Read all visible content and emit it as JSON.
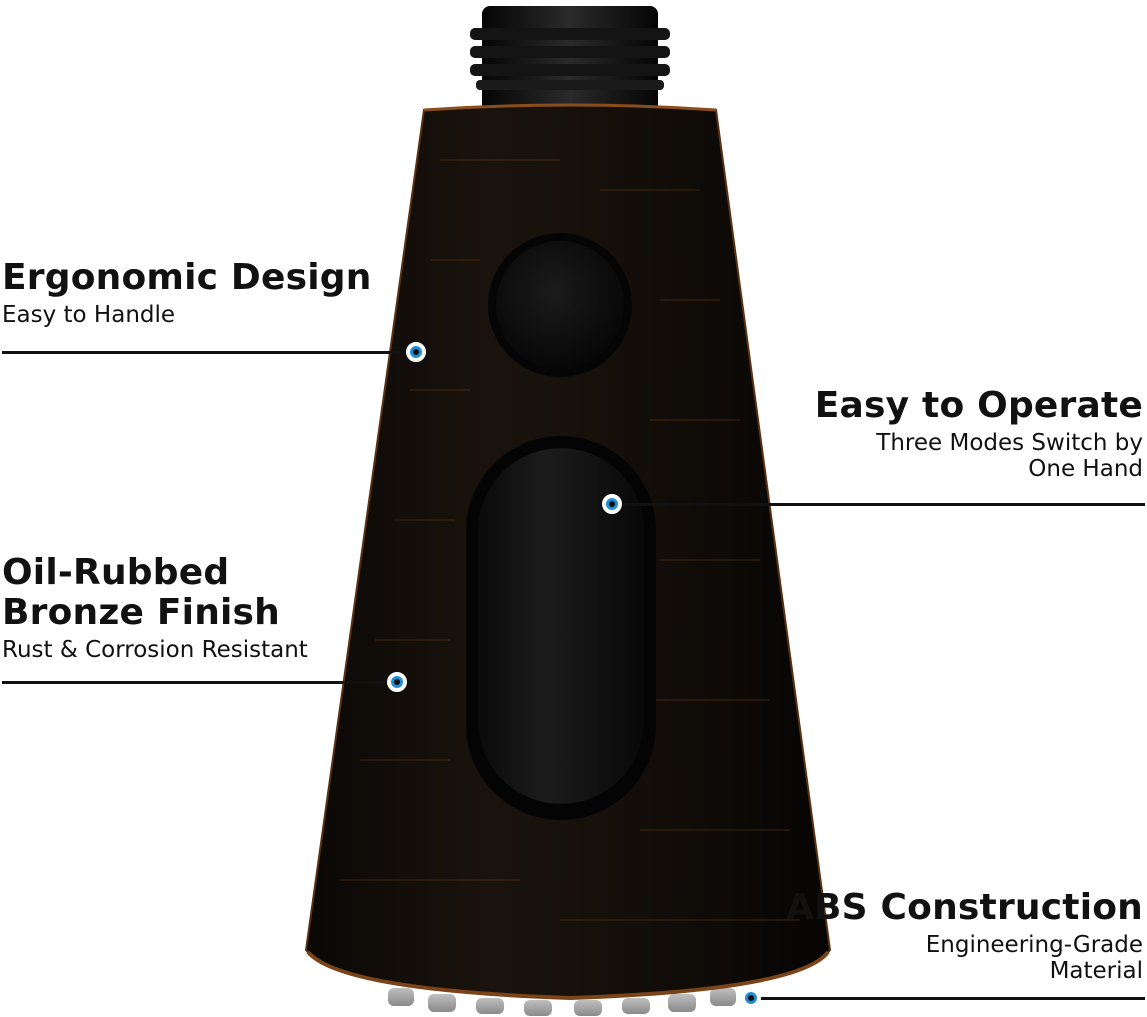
{
  "callouts": {
    "ergonomic": {
      "title": "Ergonomic Design",
      "subtitle": "Easy to Handle"
    },
    "operate": {
      "title": "Easy to Operate",
      "subtitle_line1": "Three Modes Switch by",
      "subtitle_line2": "One Hand"
    },
    "finish": {
      "title_line1": "Oil-Rubbed",
      "title_line2": "Bronze Finish",
      "subtitle": "Rust & Corrosion Resistant"
    },
    "construction": {
      "title": "ABS Construction",
      "subtitle_line1": "Engineering-Grade",
      "subtitle_line2": "Material"
    }
  },
  "colors": {
    "marker": "#1e8fd6",
    "body": "#0e0e0e",
    "bronze": "#6b3a14",
    "text": "#111111"
  },
  "icons": {
    "marker": "callout-marker-icon"
  }
}
